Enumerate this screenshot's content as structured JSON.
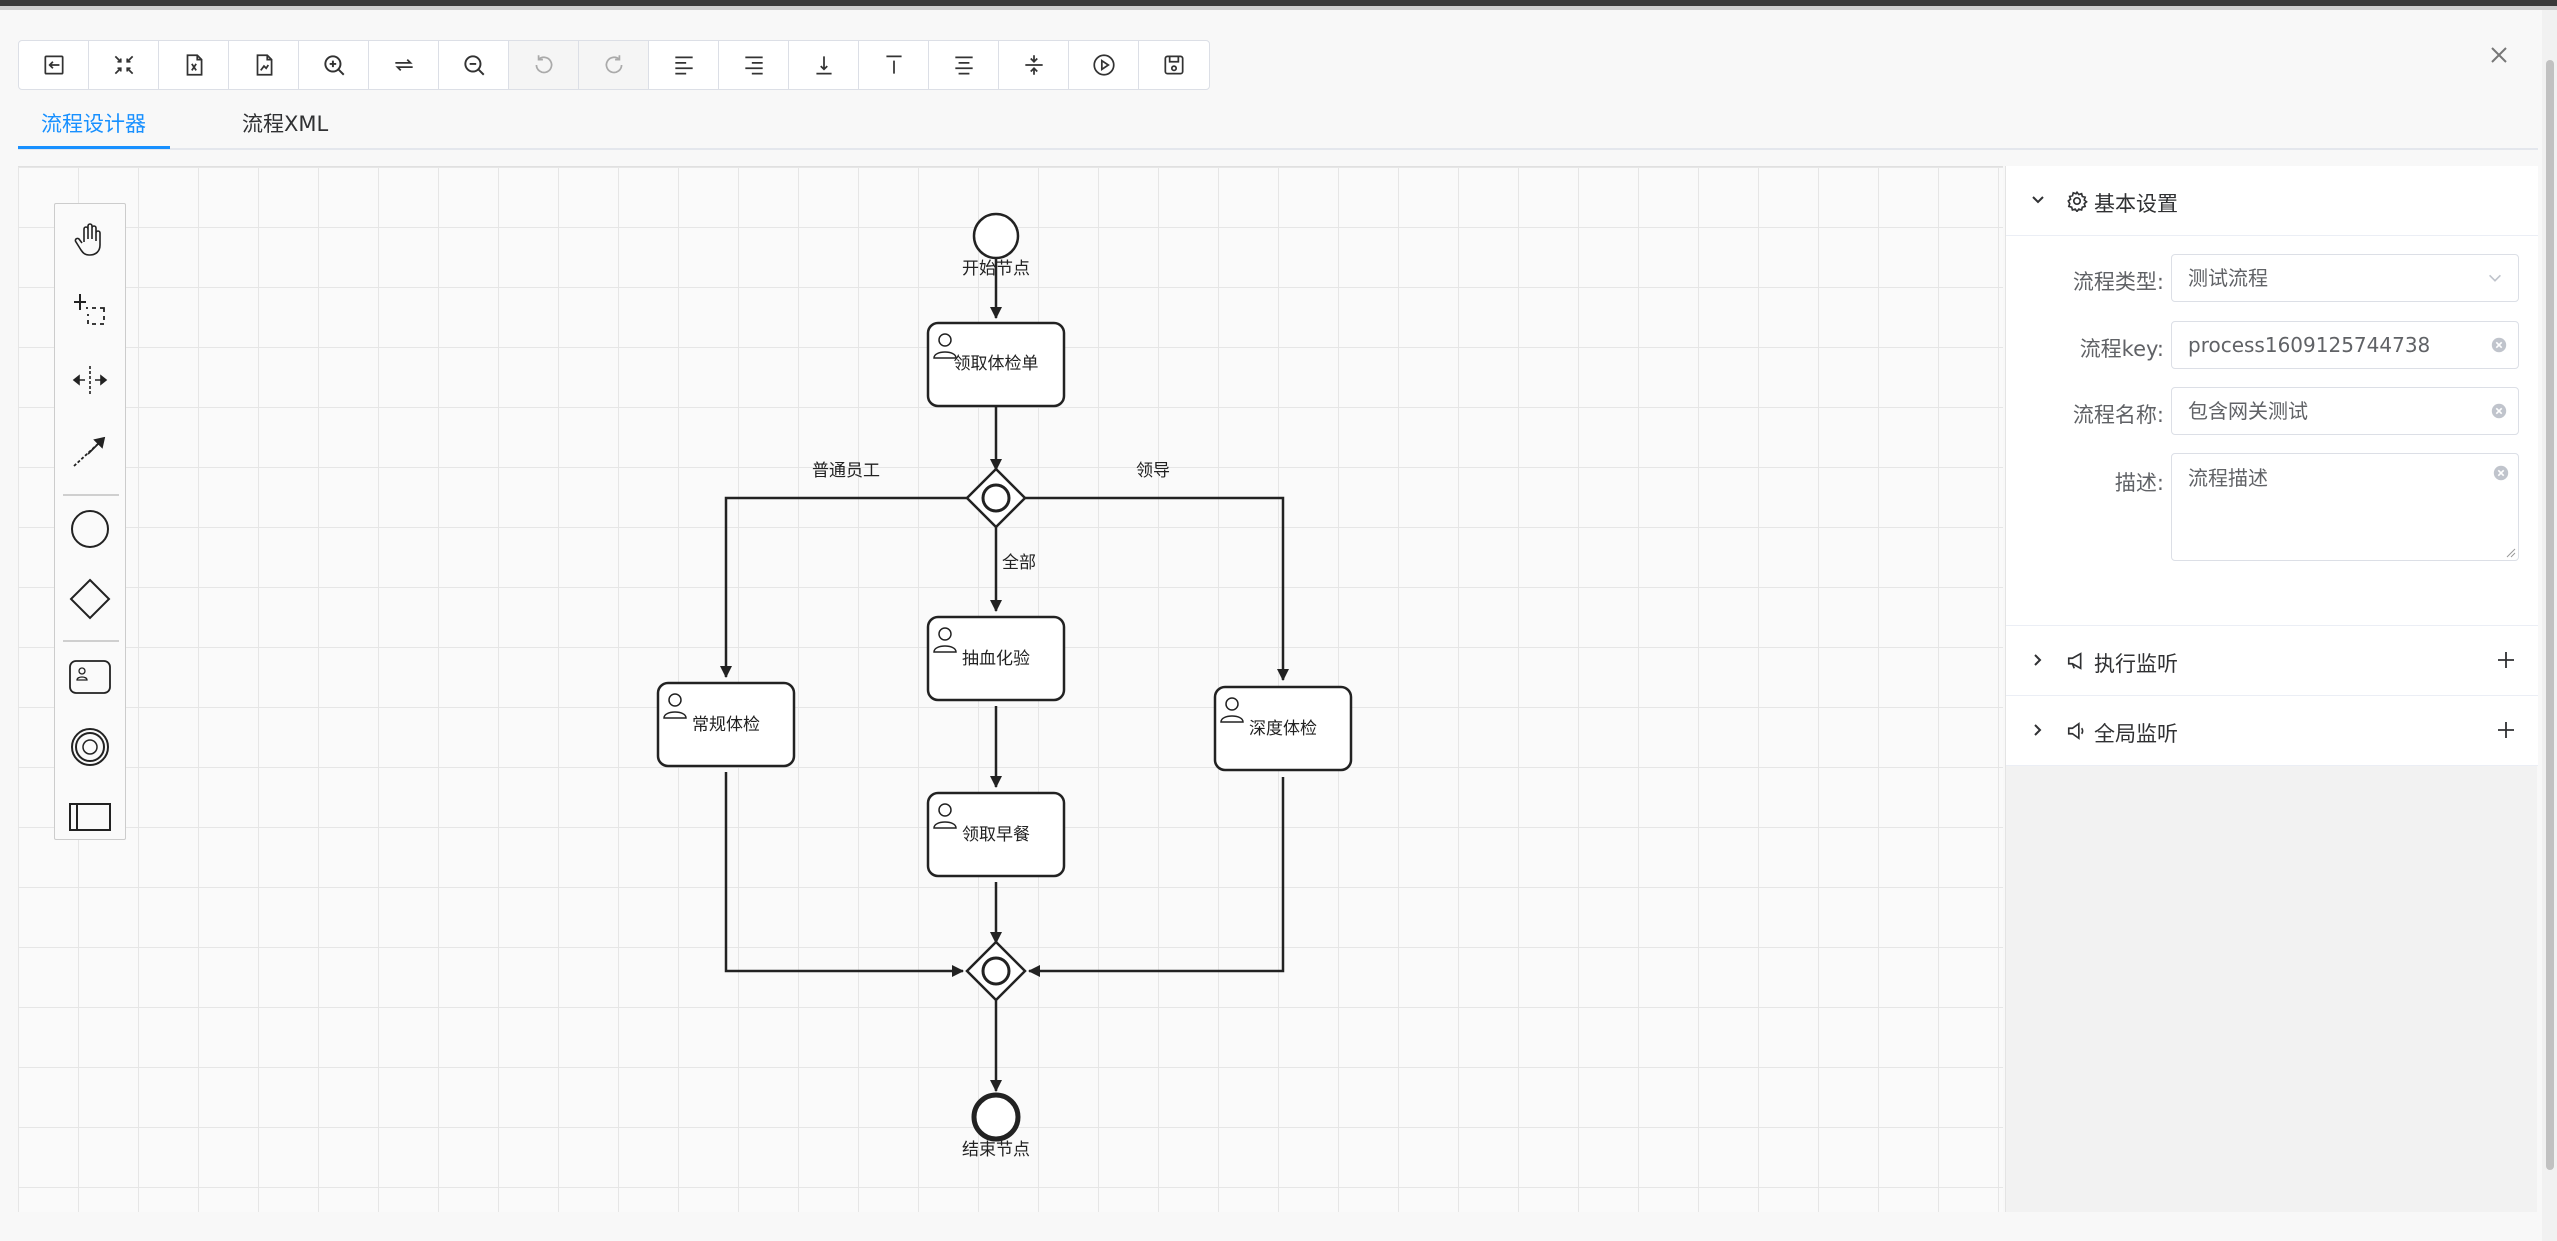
{
  "toolbar": {
    "buttons": [
      {
        "icon": "import-icon"
      },
      {
        "icon": "fit-view-icon"
      },
      {
        "icon": "export-xml-icon"
      },
      {
        "icon": "export-svg-icon"
      },
      {
        "icon": "zoom-in-icon"
      },
      {
        "icon": "reset-zoom-icon"
      },
      {
        "icon": "zoom-out-icon"
      },
      {
        "icon": "undo-icon"
      },
      {
        "icon": "redo-icon"
      },
      {
        "icon": "align-left-icon"
      },
      {
        "icon": "align-right-icon"
      },
      {
        "icon": "align-bottom-icon"
      },
      {
        "icon": "align-top-icon"
      },
      {
        "icon": "align-center-icon"
      },
      {
        "icon": "align-middle-icon"
      },
      {
        "icon": "simulate-icon"
      },
      {
        "icon": "save-icon"
      }
    ]
  },
  "tabs": [
    {
      "label": "流程设计器",
      "active": true
    },
    {
      "label": "流程XML",
      "active": false
    }
  ],
  "diagram": {
    "start_event": "开始节点",
    "end_event": "结束节点",
    "tasks": {
      "get_form": "领取体检单",
      "blood_test": "抽血化验",
      "breakfast": "领取早餐",
      "regular": "常规体检",
      "deep": "深度体检"
    },
    "flows": {
      "normal_staff": "普通员工",
      "leader": "领导",
      "all": "全部"
    }
  },
  "panel": {
    "basic": {
      "title": "基本设置",
      "process_type_label": "流程类型:",
      "process_type_value": "测试流程",
      "process_key_label": "流程key:",
      "process_key_value": "process1609125744738",
      "process_name_label": "流程名称:",
      "process_name_value": "包含网关测试",
      "description_label": "描述:",
      "description_placeholder": "流程描述"
    },
    "execution_listener": {
      "title": "执行监听"
    },
    "global_listener": {
      "title": "全局监听"
    }
  },
  "colors": {
    "accent": "#1890ff",
    "stroke": "#222222",
    "grid": "#e6e6e6"
  }
}
